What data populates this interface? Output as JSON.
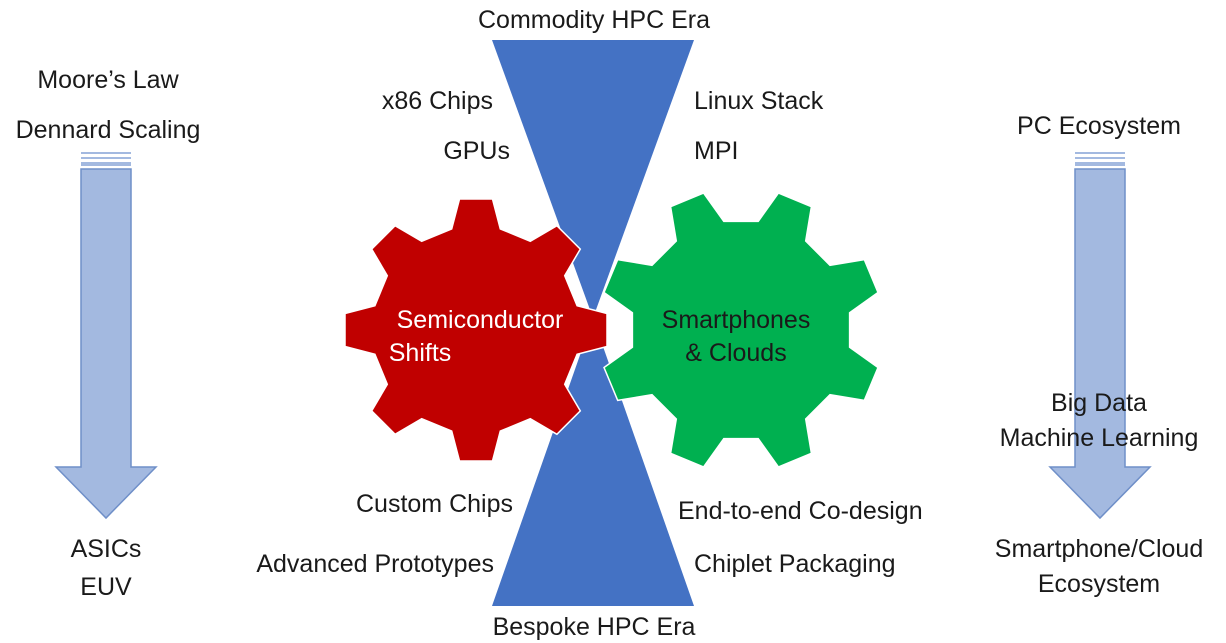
{
  "colors": {
    "hourglass": "#4472C4",
    "gear_left": "#C00000",
    "gear_right": "#00B050",
    "arrow_fill": "#A3B9E0",
    "arrow_stroke": "#6F8FC8",
    "gear_left_text": "#ffffff",
    "gear_right_text": "#1a1a1a"
  },
  "hourglass": {
    "top_label": "Commodity HPC Era",
    "bottom_label": "Bespoke HPC Era"
  },
  "top_left": [
    "x86 Chips",
    "GPUs"
  ],
  "top_right": [
    "Linux Stack",
    "MPI"
  ],
  "bottom_left": [
    "Custom Chips",
    "Advanced Prototypes"
  ],
  "bottom_right": [
    "End-to-end Co-design",
    "Chiplet Packaging"
  ],
  "gears": {
    "left": {
      "line1": "Semiconductor",
      "line2": "Shifts"
    },
    "right": {
      "line1": "Smartphones",
      "line2": "& Clouds"
    }
  },
  "left_arrow": {
    "top_lines": [
      "Moore’s Law",
      "Dennard Scaling"
    ],
    "bottom_lines": [
      "ASICs",
      "EUV"
    ]
  },
  "right_arrow": {
    "top_lines": [
      "PC Ecosystem"
    ],
    "middle_lines": [
      "Big Data",
      "Machine Learning"
    ],
    "bottom_lines": [
      "Smartphone/Cloud",
      "Ecosystem"
    ]
  }
}
